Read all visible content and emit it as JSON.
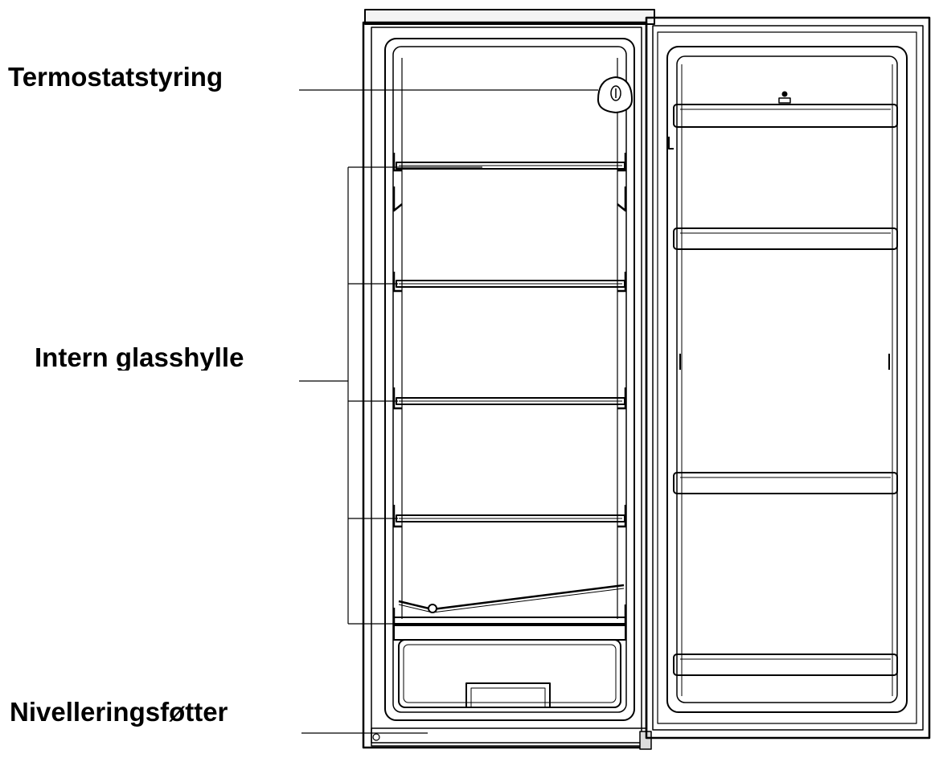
{
  "labels": {
    "thermostat": "Termostatstyring",
    "glass_shelf": "Intern  glasshylle",
    "leveling_feet": "Nivelleringsføtter"
  },
  "colors": {
    "line": "#000000",
    "background": "#ffffff"
  }
}
